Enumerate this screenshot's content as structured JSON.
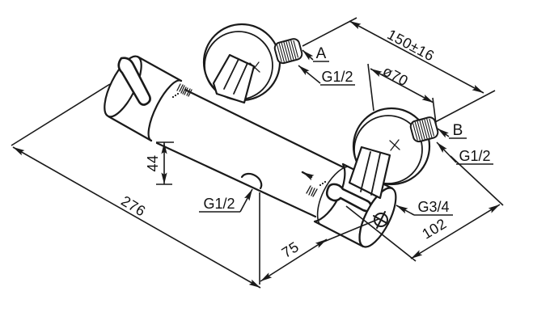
{
  "colors": {
    "line": "#1a1a1a",
    "background": "#ffffff",
    "text": "#111111"
  },
  "dimensions": {
    "connection_spacing": "150±16",
    "flange_diameter": "ø70",
    "overall_length": "276",
    "outlet_offset": "75",
    "right_section": "102",
    "outlet_drop": "44"
  },
  "callouts": {
    "inlet_a": "A",
    "inlet_a_thread": "G1/2",
    "inlet_b": "B",
    "inlet_b_thread": "G1/2",
    "bottom_outlet_thread": "G1/2",
    "hose_outlet_thread": "G3/4"
  }
}
